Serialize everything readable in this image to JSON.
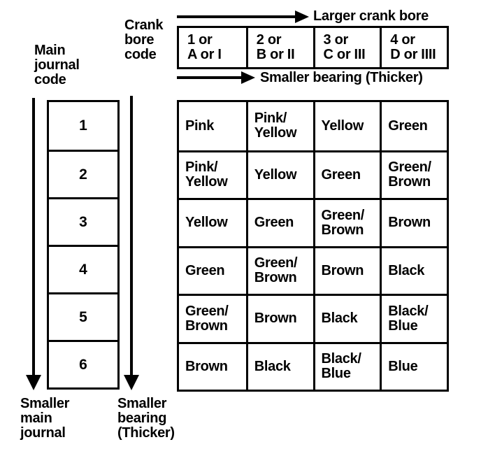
{
  "labels": {
    "larger_crank_bore": "Larger crank bore",
    "crank_bore_code": "Crank\nbore\ncode",
    "main_journal_code": "Main\njournal\ncode",
    "smaller_bearing_top": "Smaller bearing (Thicker)",
    "smaller_main_journal": "Smaller\nmain\njournal",
    "smaller_bearing_bottom": "Smaller\nbearing\n(Thicker)"
  },
  "crank_bore_codes": [
    "1 or\nA or I",
    "2 or\nB or II",
    "3 or\nC or III",
    "4 or\nD or IIII"
  ],
  "main_journal_codes": [
    "1",
    "2",
    "3",
    "4",
    "5",
    "6"
  ],
  "bearing_color_table": {
    "rows": [
      [
        "Pink",
        "Pink/\nYellow",
        "Yellow",
        "Green"
      ],
      [
        "Pink/\nYellow",
        "Yellow",
        "Green",
        "Green/\nBrown"
      ],
      [
        "Yellow",
        "Green",
        "Green/\nBrown",
        "Brown"
      ],
      [
        "Green",
        "Green/\nBrown",
        "Brown",
        "Black"
      ],
      [
        "Green/\nBrown",
        "Brown",
        "Black",
        "Black/\nBlue"
      ],
      [
        "Brown",
        "Black",
        "Black/\nBlue",
        "Blue"
      ]
    ]
  },
  "colors": {
    "ink": "#000000",
    "background": "#ffffff"
  }
}
